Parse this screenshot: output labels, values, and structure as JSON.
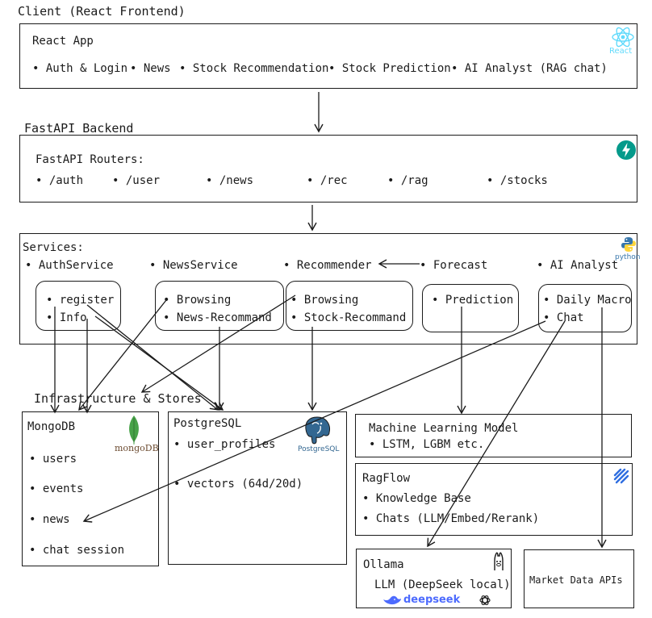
{
  "client": {
    "section_label": "Client (React Frontend)",
    "box_title": "React App",
    "logo_text": "React",
    "items": [
      "• Auth & Login",
      "• News",
      "• Stock Recommendation",
      "• Stock Prediction",
      "• AI Analyst (RAG chat)"
    ]
  },
  "backend": {
    "section_label": "FastAPI Backend",
    "box_title": "FastAPI Routers:",
    "routes": [
      "• /auth",
      "• /user",
      "• /news",
      "• /rec",
      "• /rag",
      "• /stocks"
    ]
  },
  "services": {
    "title": "Services:",
    "logo_text": "python",
    "names": [
      "• AuthService",
      "• NewsService",
      "• Recommender",
      "• Forecast",
      "• AI Analyst"
    ],
    "auth_items": [
      "• register",
      "• Info"
    ],
    "news_items": [
      "• Browsing",
      "• News-Recommand"
    ],
    "rec_items": [
      "• Browsing",
      "• Stock-Recommand"
    ],
    "forecast_items": [
      "• Prediction"
    ],
    "analyst_items": [
      "• Daily Macro",
      "• Chat"
    ]
  },
  "infra": {
    "section_label": "Infrastructure & Stores",
    "mongodb": {
      "title": "MongoDB",
      "logo_text": "mongoDB",
      "items": [
        "• users",
        "• events",
        "• news",
        "• chat session"
      ]
    },
    "postgres": {
      "title": "PostgreSQL",
      "logo_text": "PostgreSQL",
      "items": [
        "• user_profiles",
        "• vectors (64d/20d)"
      ]
    },
    "ml": {
      "title": "Machine Learning Model",
      "items": [
        "• LSTM, LGBM etc."
      ]
    },
    "ragflow": {
      "title": "RagFlow",
      "items": [
        "• Knowledge Base",
        "• Chats (LLM/Embed/Rerank)"
      ]
    },
    "ollama": {
      "title": "Ollama",
      "subtitle": "LLM (DeepSeek local)",
      "logo_text": "deepseek"
    },
    "market": {
      "title": "Market Data APIs"
    }
  },
  "colors": {
    "ink": "#1b1b1b",
    "react": "#61dafb",
    "fastapi": "#059a8b",
    "python_blue": "#3776ab",
    "python_yellow": "#ffd43b",
    "mongo_green": "#47a248",
    "mongo_text": "#6b4a2f",
    "postgres_blue": "#336791",
    "ragflow_blue": "#2f6ee0",
    "deepseek_blue": "#4d6bfe"
  }
}
